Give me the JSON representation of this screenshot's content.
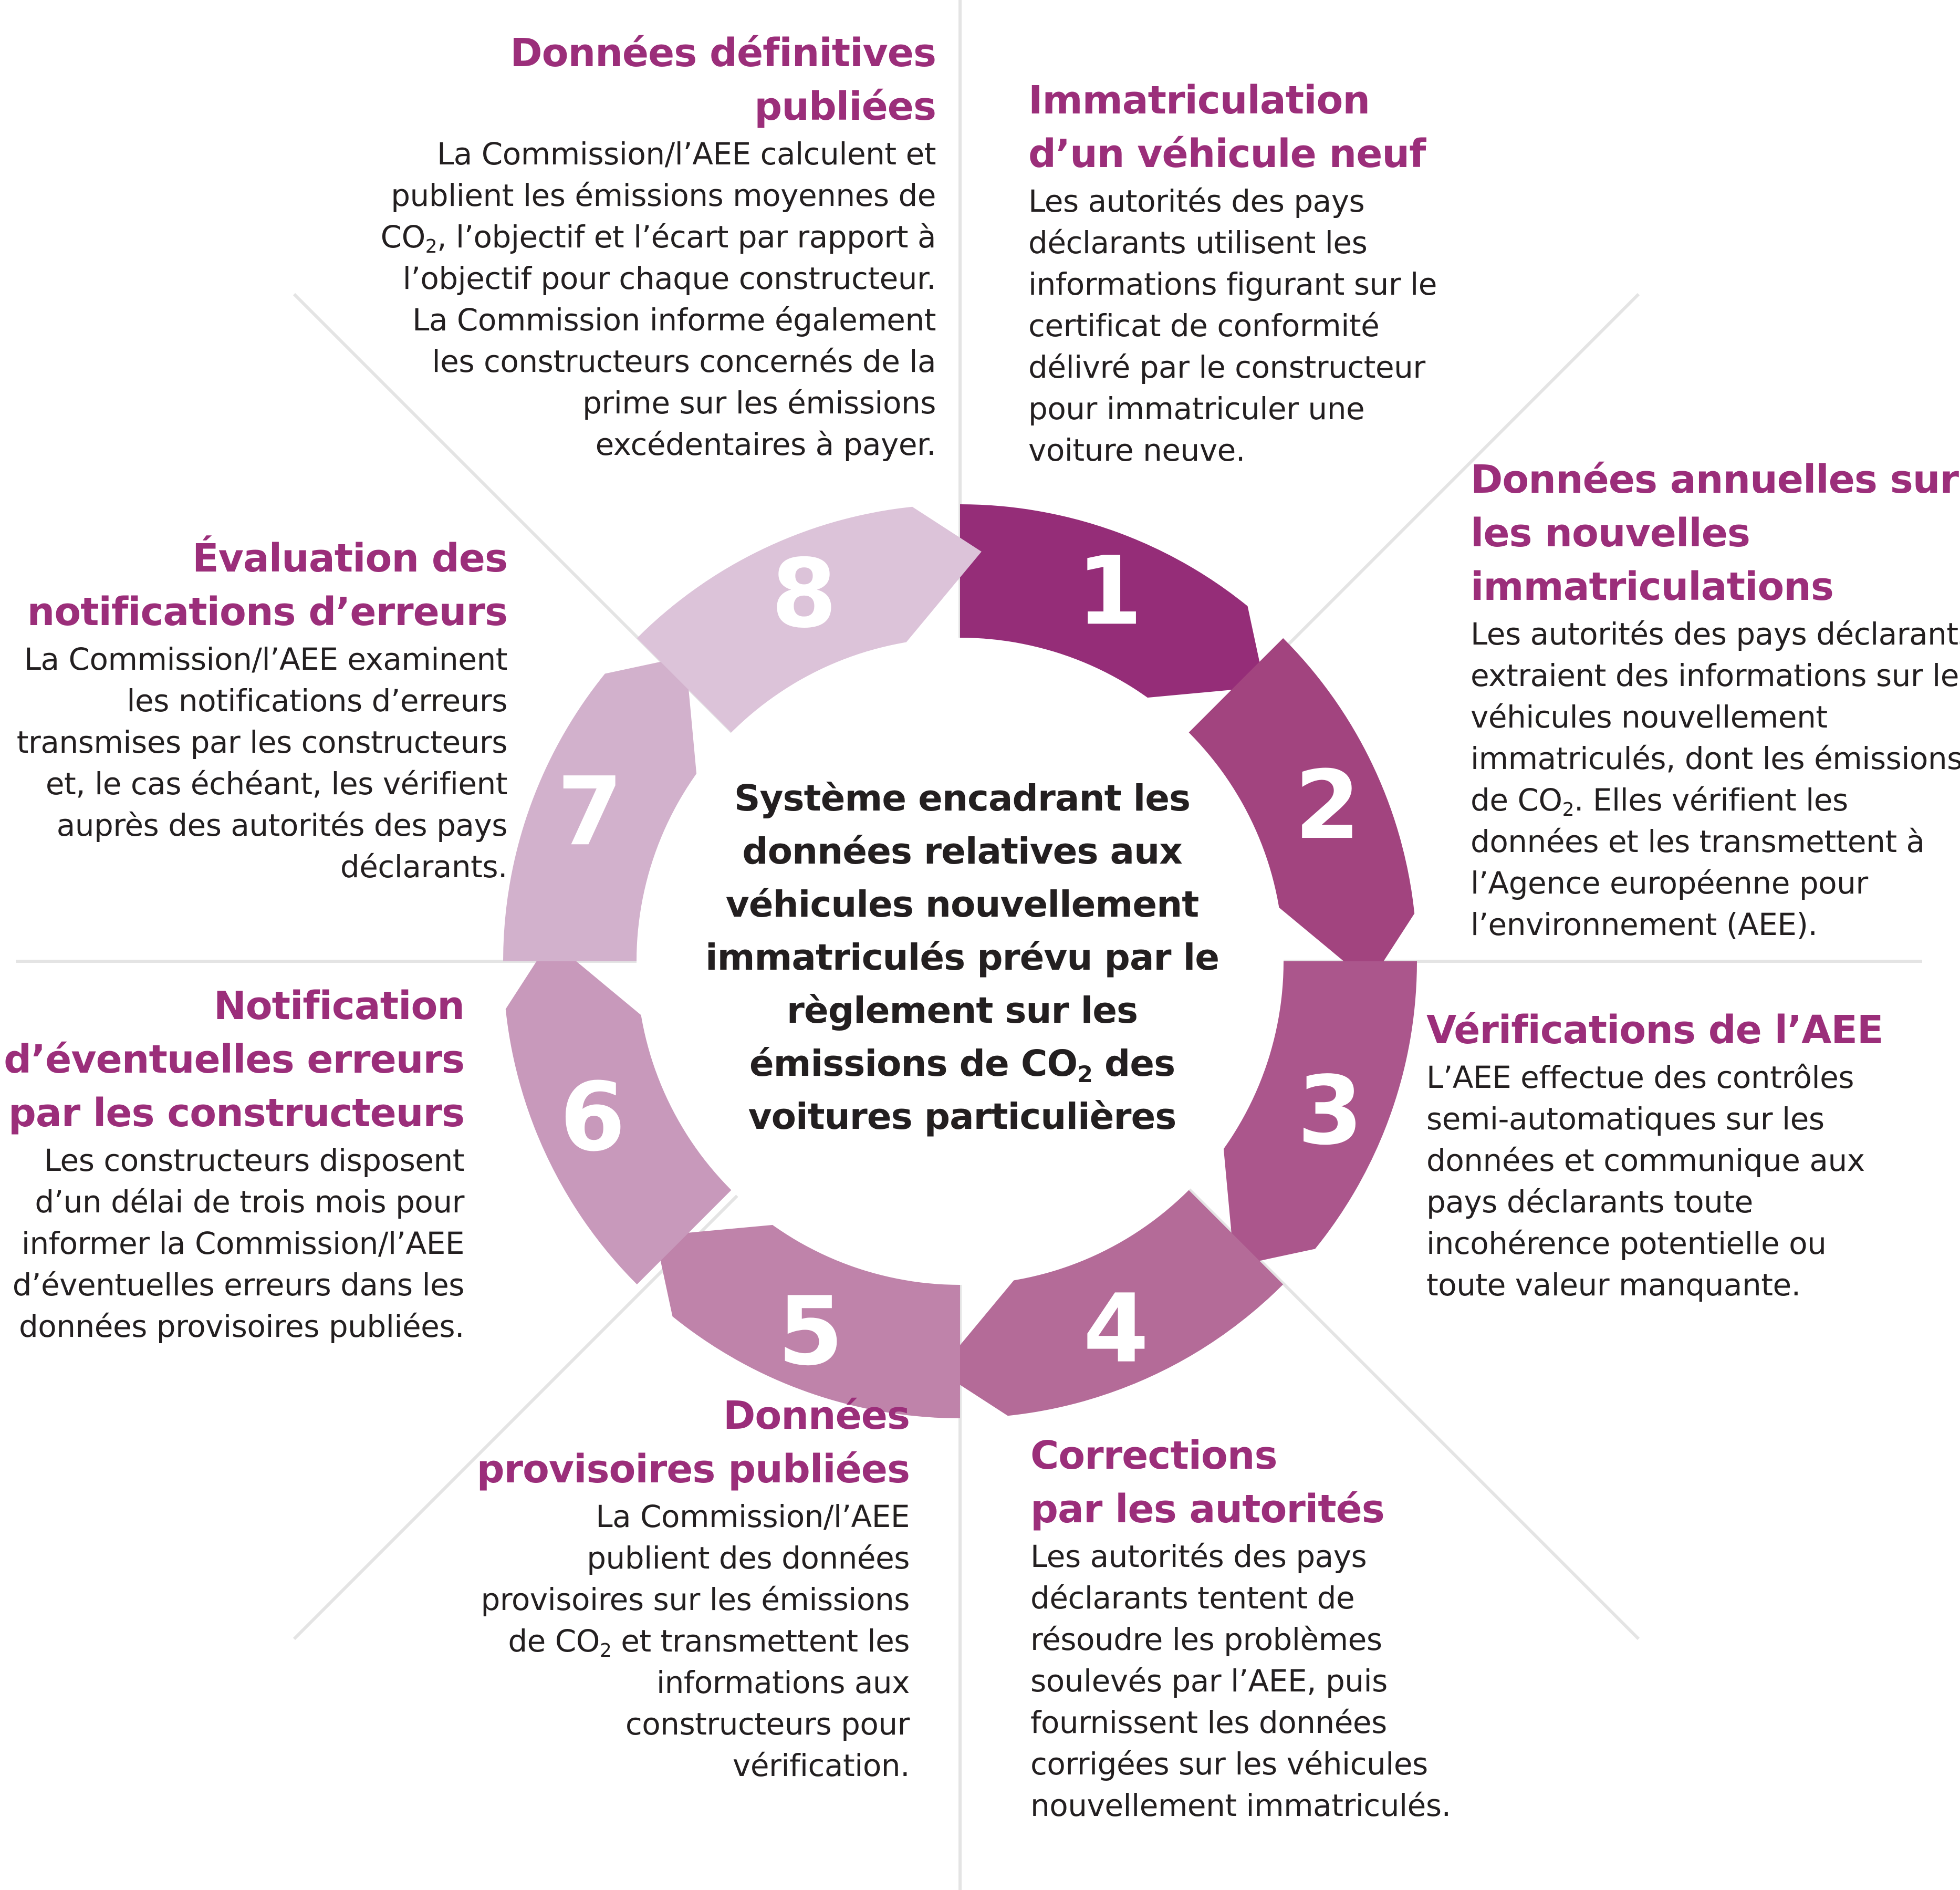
{
  "center": {
    "lines": [
      "Système encadrant les",
      "données relatives aux",
      "véhicules nouvellement",
      "immatriculés prévu par le",
      "règlement sur les",
      "émissions de CO₂ des",
      "voitures particulières"
    ]
  },
  "colors": {
    "title": "#9b2e7a",
    "text": "#231f20",
    "divider": "#e4e4e4",
    "step1": "#952d78",
    "step2": "#a2447f",
    "step3": "#ab568c",
    "step4": "#b46b98",
    "step5": "#bf83aa",
    "step6": "#c899bb",
    "step7": "#d2b1cc",
    "step8": "#dcc3d9"
  },
  "steps": [
    {
      "number": "1",
      "title": [
        "Immatriculation",
        "d’un véhicule neuf"
      ],
      "desc": [
        "Les autorités des pays",
        "déclarants utilisent les",
        "informations figurant sur le",
        "certificat de conformité",
        "délivré par le constructeur",
        "pour immatriculer une",
        "voiture neuve."
      ]
    },
    {
      "number": "2",
      "title": [
        "Données annuelles sur",
        "les nouvelles",
        "immatriculations"
      ],
      "desc": [
        "Les autorités des pays déclarants",
        "extraient des informations sur les",
        "véhicules nouvellement",
        "immatriculés, dont les émissions",
        "de CO₂. Elles vérifient les",
        "données et les transmettent à",
        "l’Agence européenne pour",
        "l’environnement (AEE)."
      ]
    },
    {
      "number": "3",
      "title": [
        "Vérifications de l’AEE"
      ],
      "desc": [
        "L’AEE effectue des contrôles",
        "semi-automatiques sur les",
        "données et communique aux",
        "pays déclarants toute",
        "incohérence potentielle ou",
        "toute valeur manquante."
      ]
    },
    {
      "number": "4",
      "title": [
        "Corrections",
        "par les autorités"
      ],
      "desc": [
        "Les autorités des pays",
        "déclarants tentent de",
        "résoudre les problèmes",
        "soulevés par l’AEE, puis",
        "fournissent les données",
        "corrigées sur les véhicules",
        "nouvellement immatriculés."
      ]
    },
    {
      "number": "5",
      "title": [
        "Données",
        "provisoires publiées"
      ],
      "desc": [
        "La Commission/l’AEE",
        "publient des données",
        "provisoires sur les émissions",
        "de CO₂ et transmettent les",
        "informations aux",
        "constructeurs pour",
        "vérification."
      ]
    },
    {
      "number": "6",
      "title": [
        "Notification",
        "d’éventuelles erreurs",
        "par les constructeurs"
      ],
      "desc": [
        "Les constructeurs disposent",
        "d’un délai de trois mois pour",
        "informer la Commission/l’AEE",
        "d’éventuelles erreurs dans les",
        "données provisoires publiées."
      ]
    },
    {
      "number": "7",
      "title": [
        "Évaluation des",
        "notifications d’erreurs"
      ],
      "desc": [
        "La Commission/l’AEE examinent",
        "les notifications d’erreurs",
        "transmises par les constructeurs",
        "et, le cas échéant, les vérifient",
        "auprès des autorités des pays",
        "déclarants."
      ]
    },
    {
      "number": "8",
      "title": [
        "Données définitives",
        "publiées"
      ],
      "desc": [
        "La Commission/l’AEE calculent et",
        "publient les émissions moyennes de",
        "CO₂, l’objectif et l’écart par rapport à",
        "l’objectif pour chaque constructeur.",
        "La Commission informe également",
        "les constructeurs concernés de la",
        "prime sur les émissions",
        "excédentaires à payer."
      ]
    }
  ]
}
